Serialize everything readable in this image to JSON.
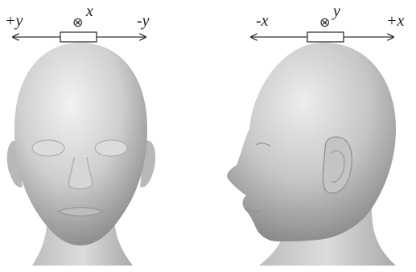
{
  "front_view": {
    "left_label": "+y",
    "right_label": "-y",
    "center_symbol": "⊗",
    "center_axis": "x"
  },
  "side_view": {
    "left_label": "-x",
    "right_label": "+x",
    "center_symbol": "⊗",
    "center_axis": "y"
  },
  "colors": {
    "skin_light": "#efefef",
    "skin_mid": "#c9c9c9",
    "skin_dark": "#8e8e8e",
    "line": "#333333"
  }
}
